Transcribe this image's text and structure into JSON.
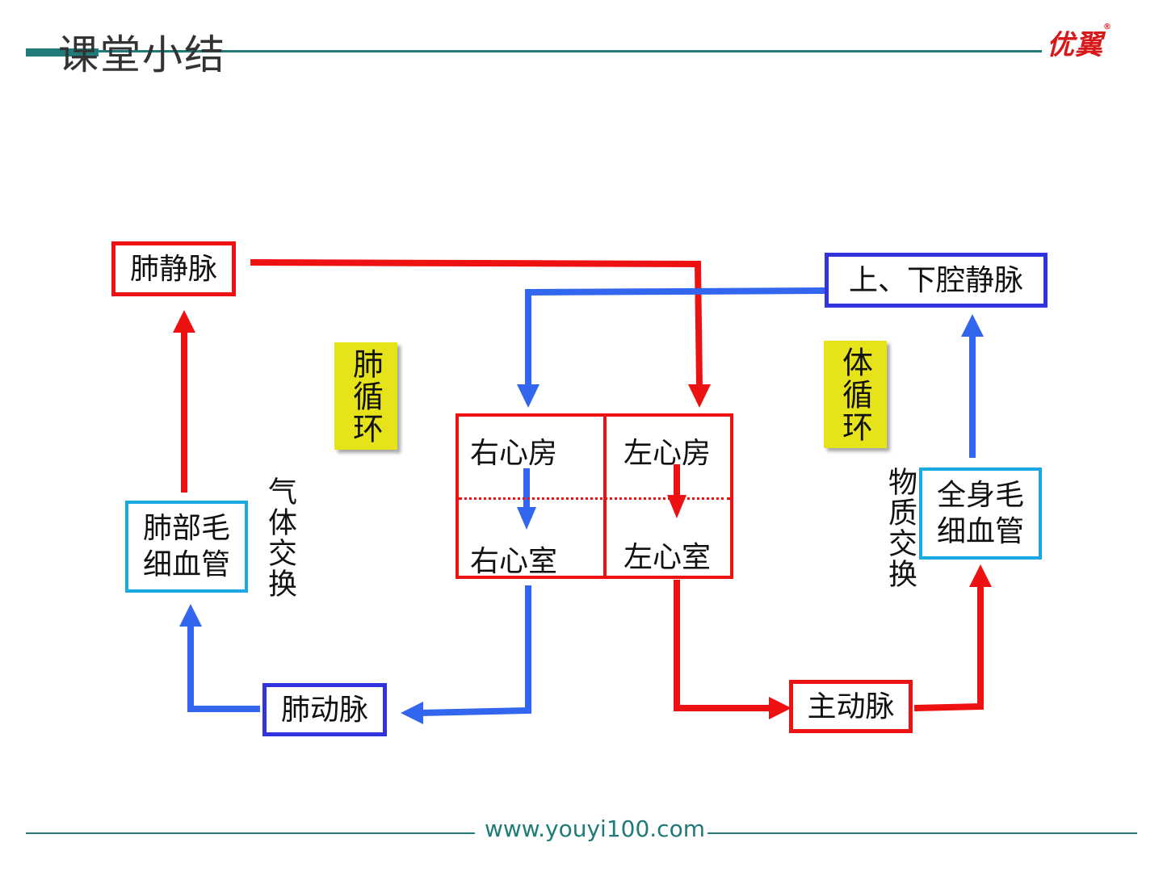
{
  "header": {
    "title": "课堂小结",
    "logo": "优翼",
    "logo_mark": "®"
  },
  "diagram": {
    "pulmonary_vein": "肺静脉",
    "venae_cavae": "上、下腔静脉",
    "pulmonary_circulation": "肺循环",
    "systemic_circulation": "体循环",
    "heart": {
      "right_atrium": "右心房",
      "left_atrium": "左心房",
      "right_ventricle": "右心室",
      "left_ventricle": "左心室"
    },
    "lung_capillaries": "肺部毛细血管",
    "body_capillaries": "全身毛细血管",
    "gas_exchange": "气体交换",
    "material_exchange": "物质交换",
    "pulmonary_artery": "肺动脉",
    "aorta": "主动脉"
  },
  "colors": {
    "oxygenated": "#ee1111",
    "deoxygenated": "#3366ee",
    "accent": "#1f7a78",
    "tag": "#e7e31a"
  },
  "footer": {
    "url": "www.youyi100.com"
  }
}
